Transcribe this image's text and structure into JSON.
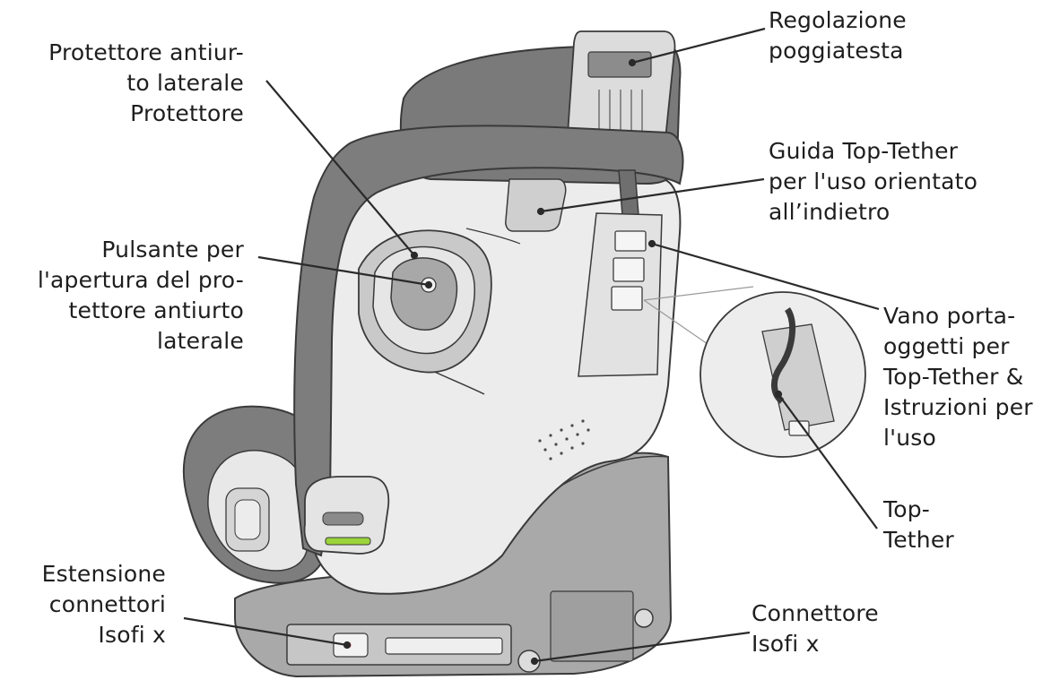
{
  "header_partial": "",
  "labels": {
    "regolazione": [
      "Regolazione",
      "poggiatesta"
    ],
    "protettore": [
      "Protettore antiur-",
      "to laterale",
      "Protettore"
    ],
    "guida": [
      "Guida Top-Tether",
      "per l'uso orientato",
      "all’indietro"
    ],
    "pulsante": [
      "Pulsante per",
      "l'apertura del pro-",
      "tettore antiurto",
      "laterale"
    ],
    "vano": [
      "Vano porta-",
      "oggetti per",
      "Top-Tether &",
      "Istruzioni per",
      "l'uso"
    ],
    "toptether": [
      "Top-",
      "Tether"
    ],
    "estensione": [
      "Estensione",
      "connettori",
      "Isofi x"
    ],
    "connettore": [
      "Connettore",
      "Isofi x"
    ]
  },
  "colors": {
    "shell": "#e9e9e9",
    "shell_dark": "#b9b9b9",
    "fabric": "#7b7b7b",
    "fabric_light": "#9a9a9a",
    "base": "#a7a7a7",
    "outline": "#3a3a3a",
    "green_accent": "#9bd33a",
    "red_dot": "#d9263a",
    "text": "#1e1e1e"
  }
}
